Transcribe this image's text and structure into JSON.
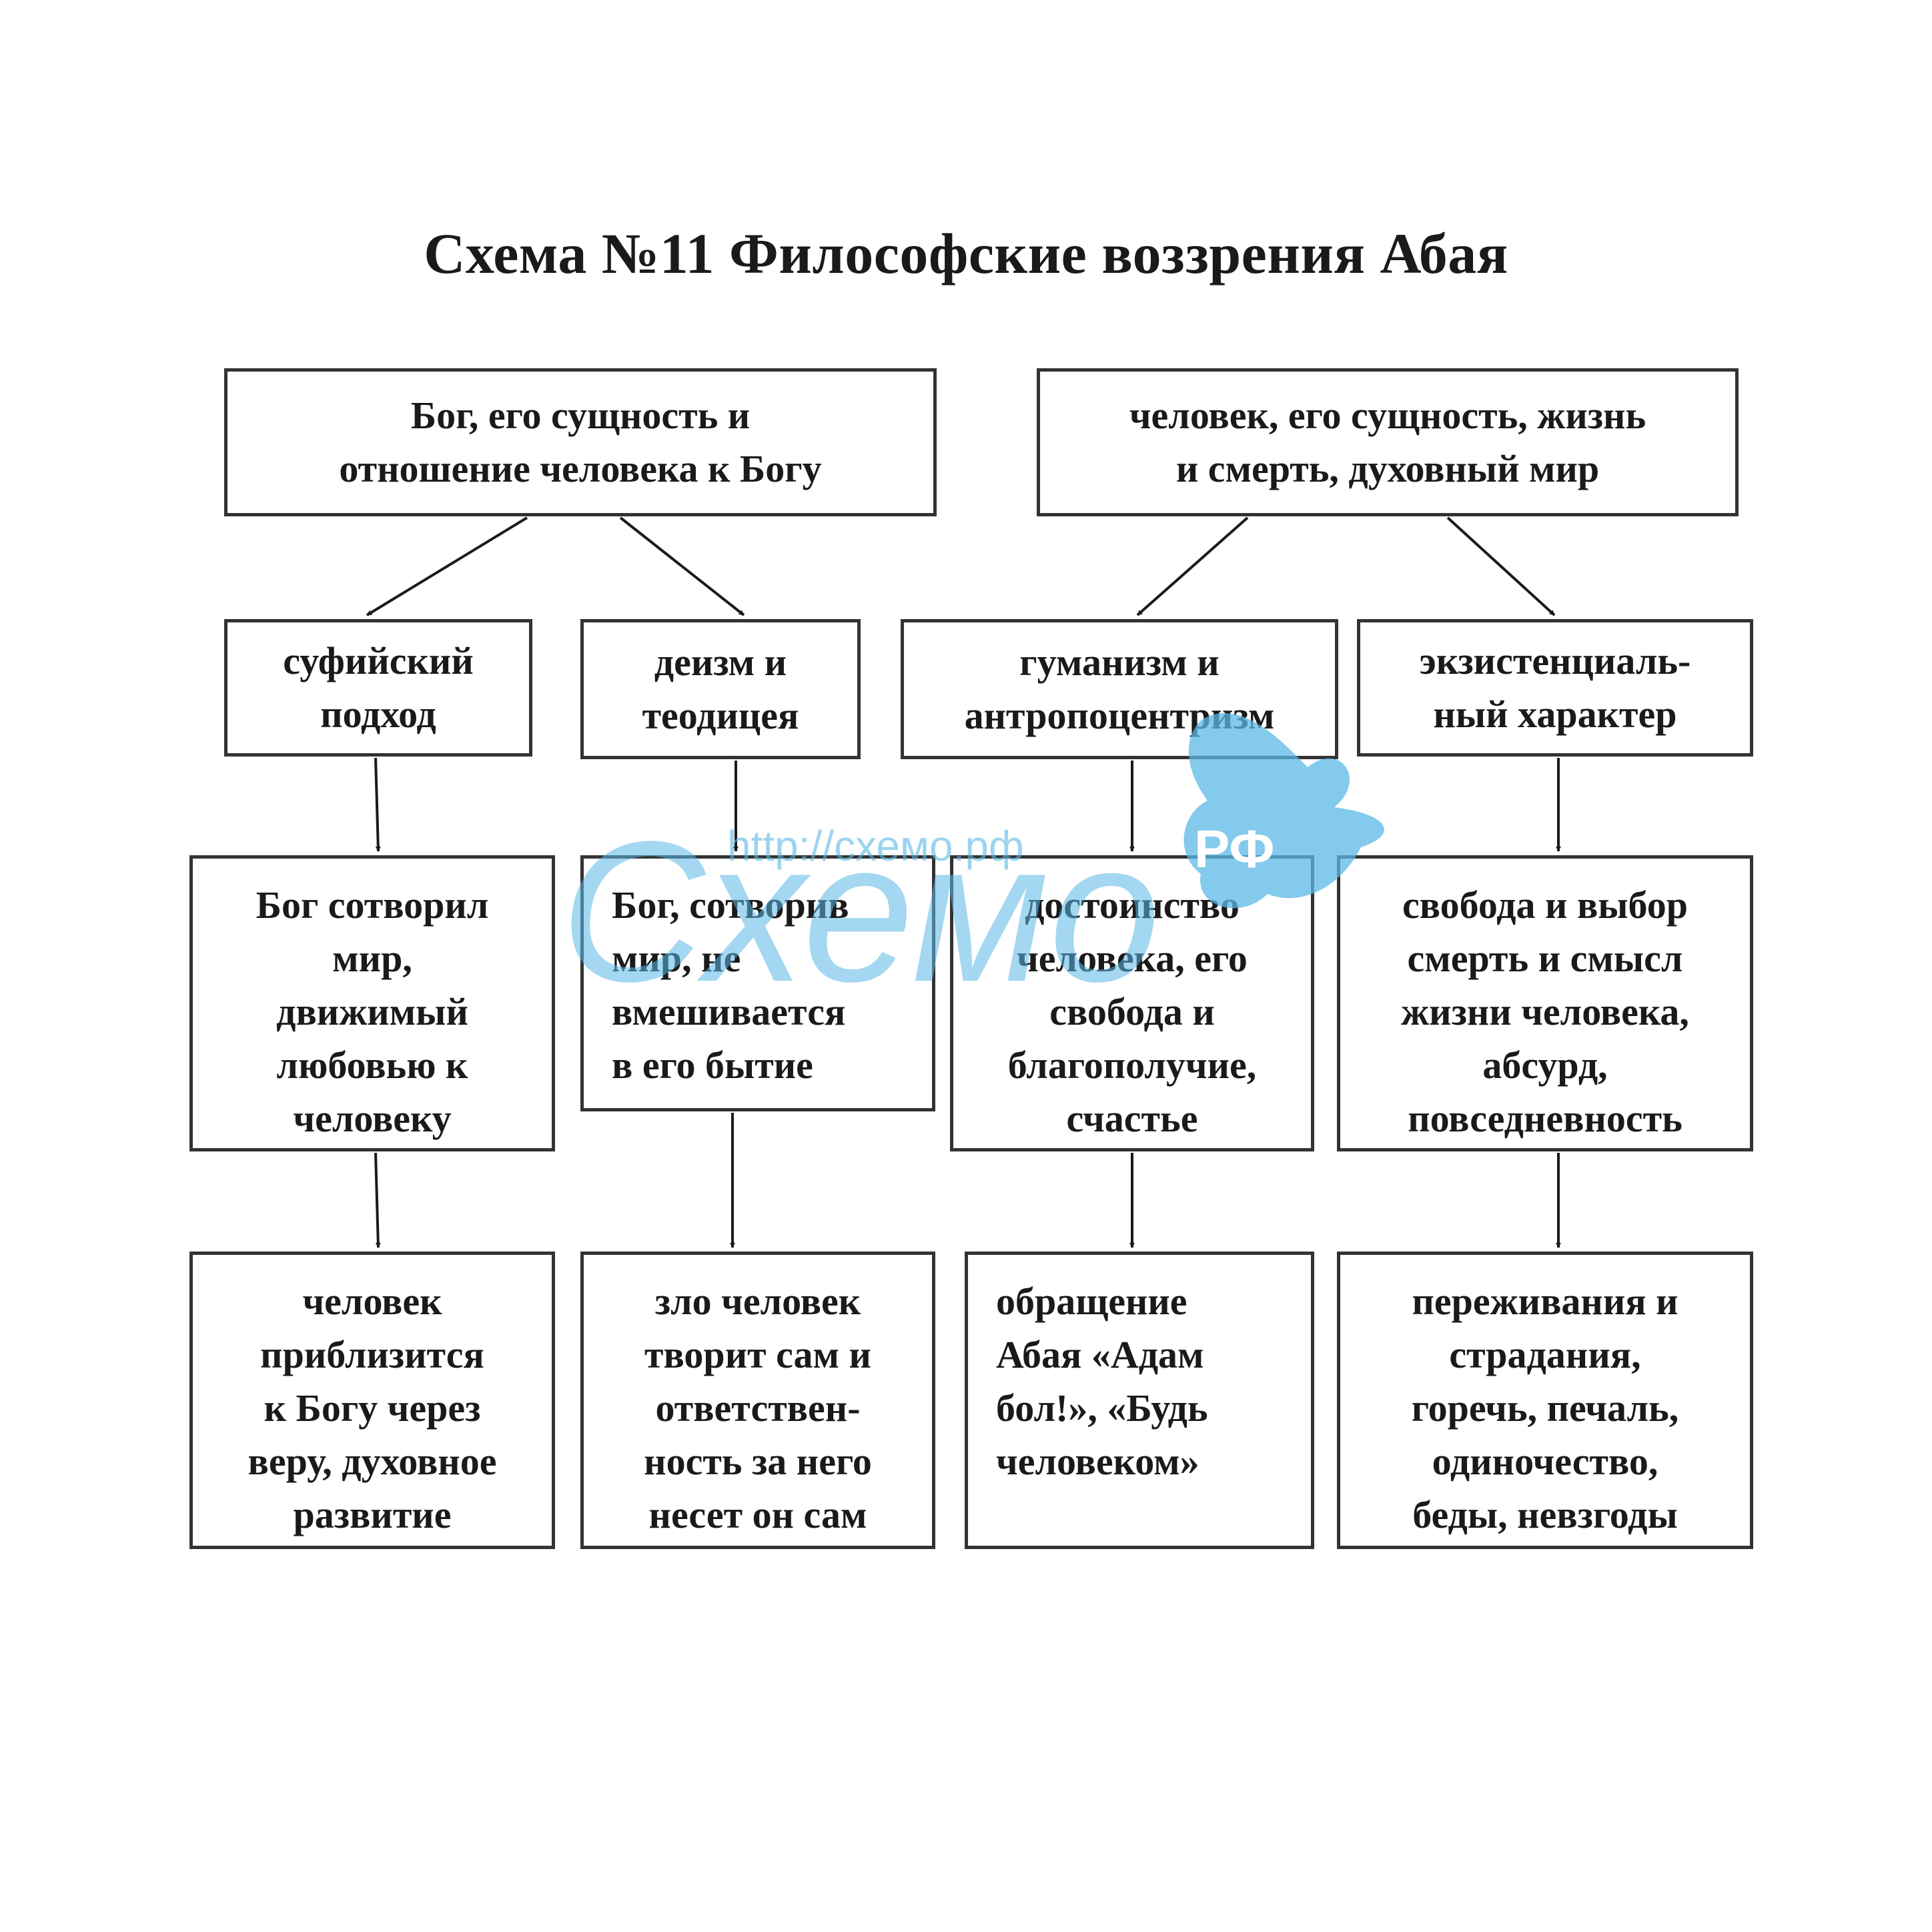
{
  "title": "Схема №11 Философские воззрения Абая",
  "top": {
    "god": "Бог, его сущность и\nотношение человека к Богу",
    "man": "человек, его сущность, жизнь\nи смерть, духовный мир"
  },
  "approaches": {
    "sufi": "суфийский\nподход",
    "deism": "деизм и\nтеодицея",
    "humanism": "гуманизм и\nантропоцентризм",
    "existential": "экзистенциаль-\nный характер"
  },
  "ideas": {
    "sufi": "Бог сотворил\nмир,\nдвижимый\nлюбовью к\nчеловеку",
    "deism": "Бог, сотворив\nмир, не\nвмешивается\nв его бытие",
    "humanism": "достоинство\nчеловека, его\nсвобода и\nблагополучие,\nсчастье",
    "existential": "свобода и выбор\nсмерть и смысл\nжизни человека,\nабсурд,\nповседневность"
  },
  "results": {
    "sufi": "человек\nприблизится\nк Богу через\nверу, духовное\nразвитие",
    "deism": "зло человек\nтворит сам и\nответствен-\nность за него\nнесет он сам",
    "humanism": "обращение\nАбая «Адам\nбол!», «Будь\nчеловеком»",
    "existential": "переживания  и\nстрадания,\nгоречь, печаль,\nодиночество,\nбеды, невзгоды"
  },
  "watermark": {
    "logo": "Схемо",
    "url": "http://схемо.рф",
    "badge": "РФ",
    "color": "#5bb8e6"
  },
  "colors": {
    "line": "#1a1a1a",
    "border": "#333333"
  }
}
